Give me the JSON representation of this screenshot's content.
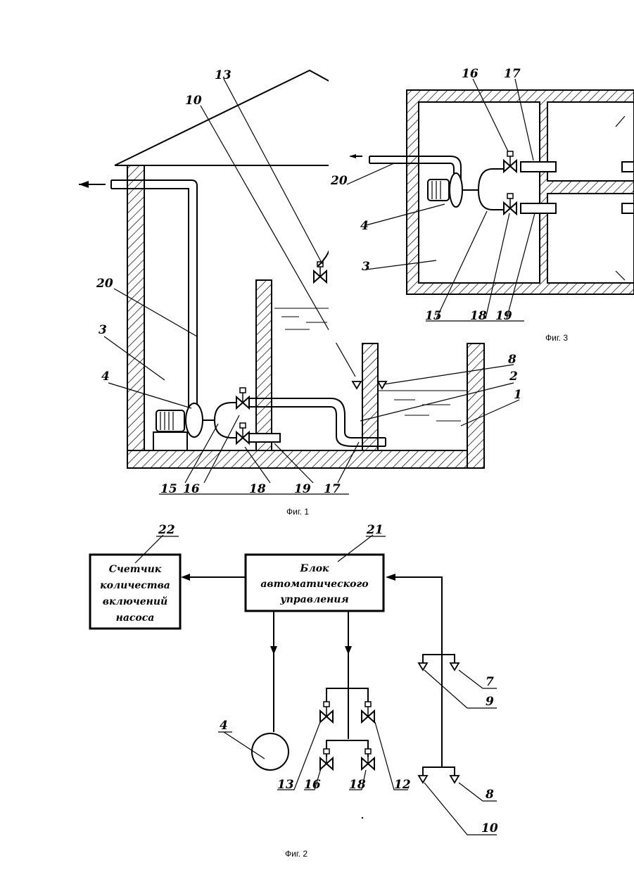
{
  "figures": {
    "fig1": {
      "caption": "Фиг. 1",
      "labels": {
        "l13": "13",
        "l10": "10",
        "l20": "20",
        "l3": "3",
        "l4": "4",
        "l8": "8",
        "l2": "2",
        "l1": "1",
        "l15": "15",
        "l16": "16",
        "l18": "18",
        "l19": "19",
        "l17": "17"
      }
    },
    "fig3": {
      "caption": "Фиг. 3",
      "labels": {
        "l16": "16",
        "l17": "17",
        "l20": "20",
        "l4": "4",
        "l3": "3",
        "l15": "15",
        "l18": "18",
        "l19": "19"
      }
    },
    "fig2": {
      "caption": "Фиг. 2",
      "counter_block": [
        "Счетчик",
        "количества",
        "включений",
        "насоса"
      ],
      "control_block": [
        "Блок",
        "автоматического",
        "управления"
      ],
      "labels": {
        "l22": "22",
        "l21": "21",
        "l4": "4",
        "l7": "7",
        "l9": "9",
        "l13": "13",
        "l16": "16",
        "l18": "18",
        "l12": "12",
        "l8": "8",
        "l10": "10"
      }
    }
  }
}
